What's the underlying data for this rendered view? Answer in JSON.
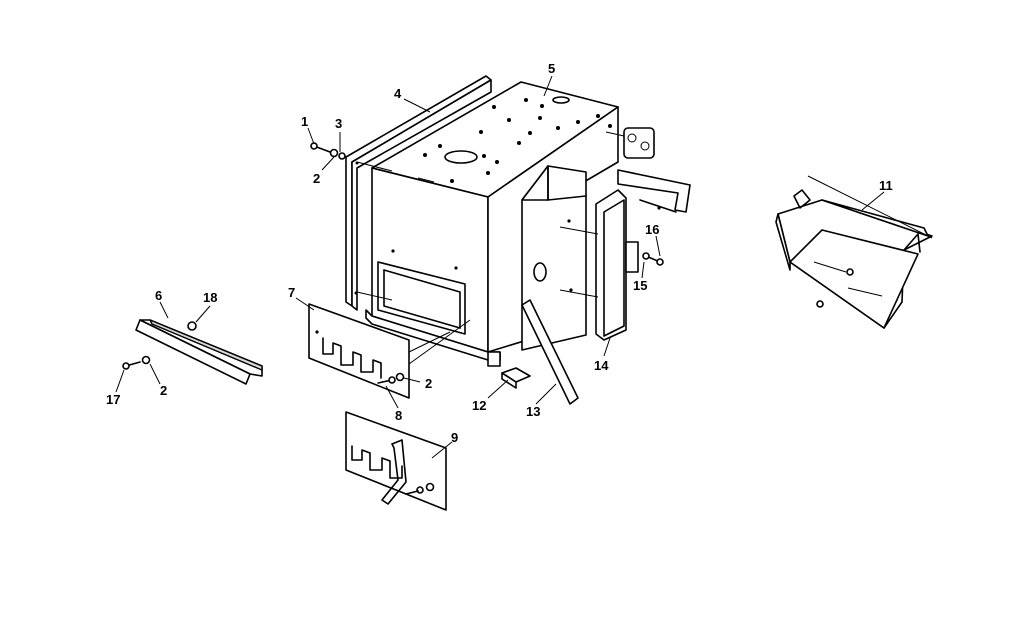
{
  "diagram": {
    "callouts": {
      "c1": "1",
      "c2a": "2",
      "c2b": "2",
      "c2c": "2",
      "c3": "3",
      "c4": "4",
      "c5": "5",
      "c6": "6",
      "c7": "7",
      "c8": "8",
      "c9": "9",
      "c11": "11",
      "c12": "12",
      "c13": "13",
      "c14": "14",
      "c15": "15",
      "c16": "16",
      "c17": "17",
      "c18": "18"
    }
  }
}
